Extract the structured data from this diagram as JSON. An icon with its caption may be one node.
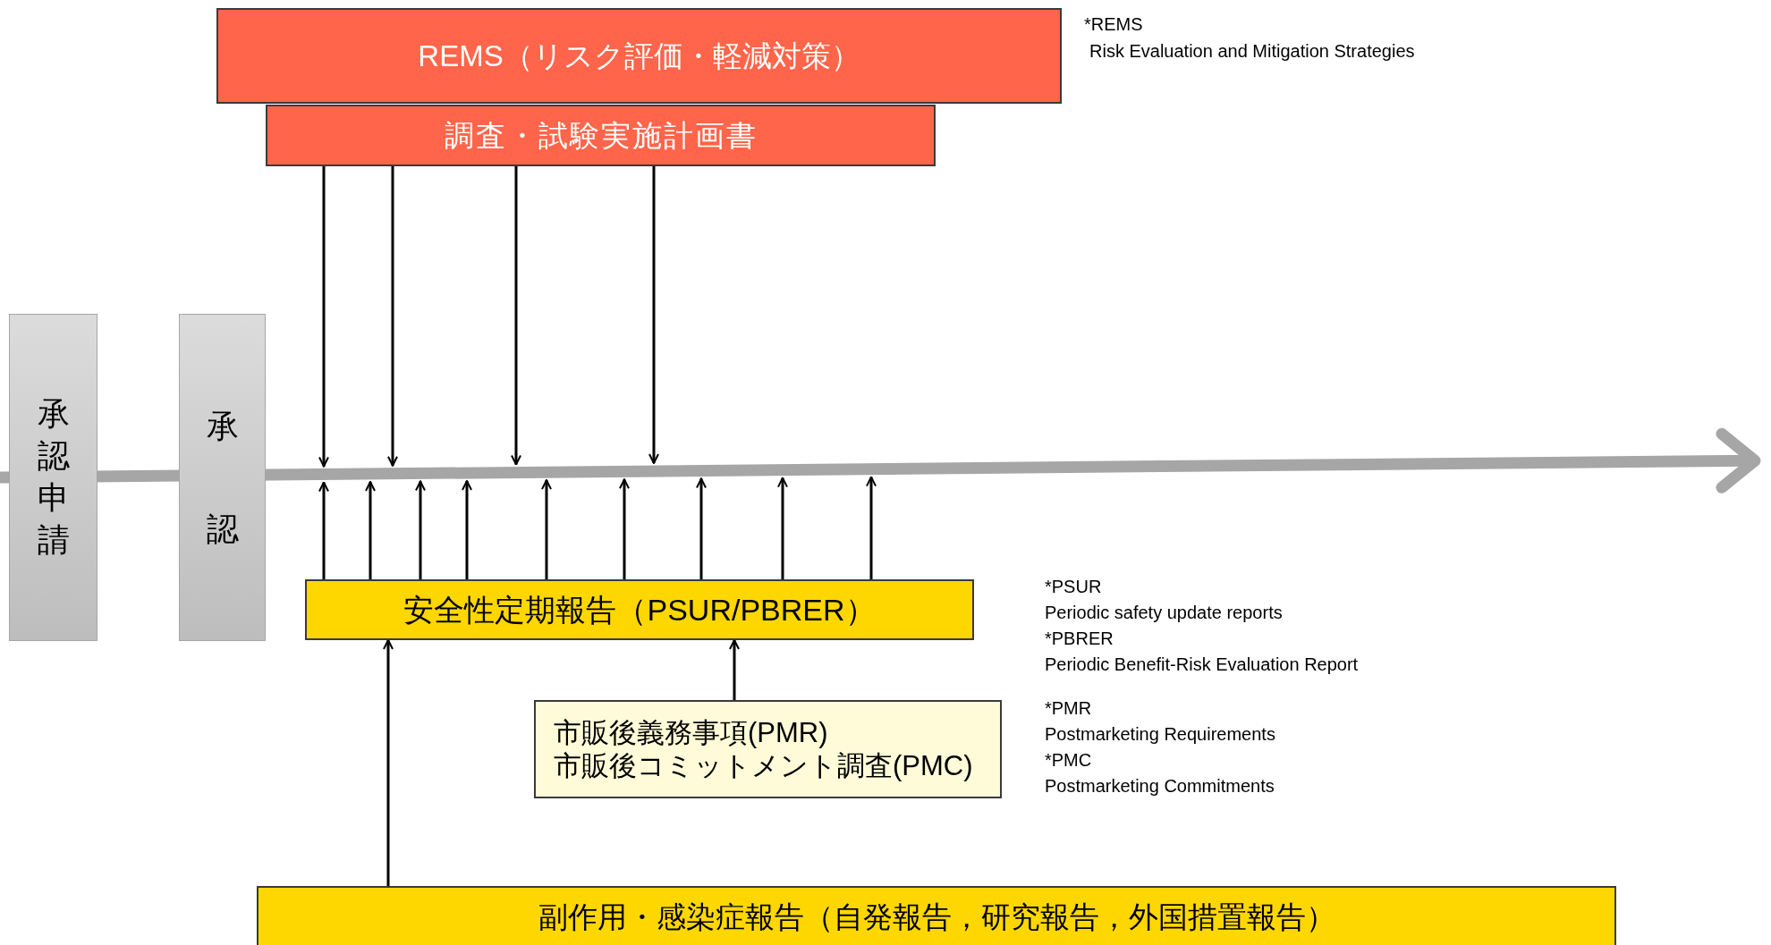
{
  "diagram": {
    "nodes": [
      {
        "text": [
          "REMS（リスク評価・軽減対策）"
        ]
      },
      {
        "text": [
          "調査・試験実施計画書"
        ]
      },
      {
        "text": [
          "承認申請"
        ]
      },
      {
        "text": [
          "承認"
        ]
      },
      {
        "text": [],
        "shape": "arrow"
      },
      {
        "text": [
          "安全性定期報告（PSUR/PBRER）"
        ]
      },
      {
        "text": [
          "市販後義務事項(PMR)",
          "市販後コミットメント調査(PMC)"
        ]
      },
      {
        "text": [
          "副作用・感染症報告（自発報告，研究報告，外国措置報告）"
        ]
      }
    ],
    "edges": [
      {
        "from": 1,
        "to": 4,
        "arrow": "to"
      },
      {
        "from": 1,
        "to": 4,
        "arrow": "to"
      },
      {
        "from": 1,
        "to": 4,
        "arrow": "to"
      },
      {
        "from": 1,
        "to": 4,
        "arrow": "to"
      },
      {
        "from": 5,
        "to": 4,
        "arrow": "to"
      },
      {
        "from": 5,
        "to": 4,
        "arrow": "to"
      },
      {
        "from": 5,
        "to": 4,
        "arrow": "to"
      },
      {
        "from": 5,
        "to": 4,
        "arrow": "to"
      },
      {
        "from": 5,
        "to": 4,
        "arrow": "to"
      },
      {
        "from": 5,
        "to": 4,
        "arrow": "to"
      },
      {
        "from": 5,
        "to": 4,
        "arrow": "to"
      },
      {
        "from": 5,
        "to": 4,
        "arrow": "to"
      },
      {
        "from": 5,
        "to": 4,
        "arrow": "to"
      },
      {
        "from": 6,
        "to": 5,
        "arrow": "to"
      },
      {
        "from": 7,
        "to": 5,
        "arrow": "to"
      }
    ],
    "labels": [
      "*REMS",
      "Risk Evaluation and Mitigation Strategies",
      "*PSUR",
      "Periodic safety update reports",
      "*PBRER",
      "Periodic Benefit-Risk Evaluation Report",
      "*PMR",
      "Postmarketing Requirements",
      "*PMC",
      "Postmarketing Commitments"
    ]
  }
}
